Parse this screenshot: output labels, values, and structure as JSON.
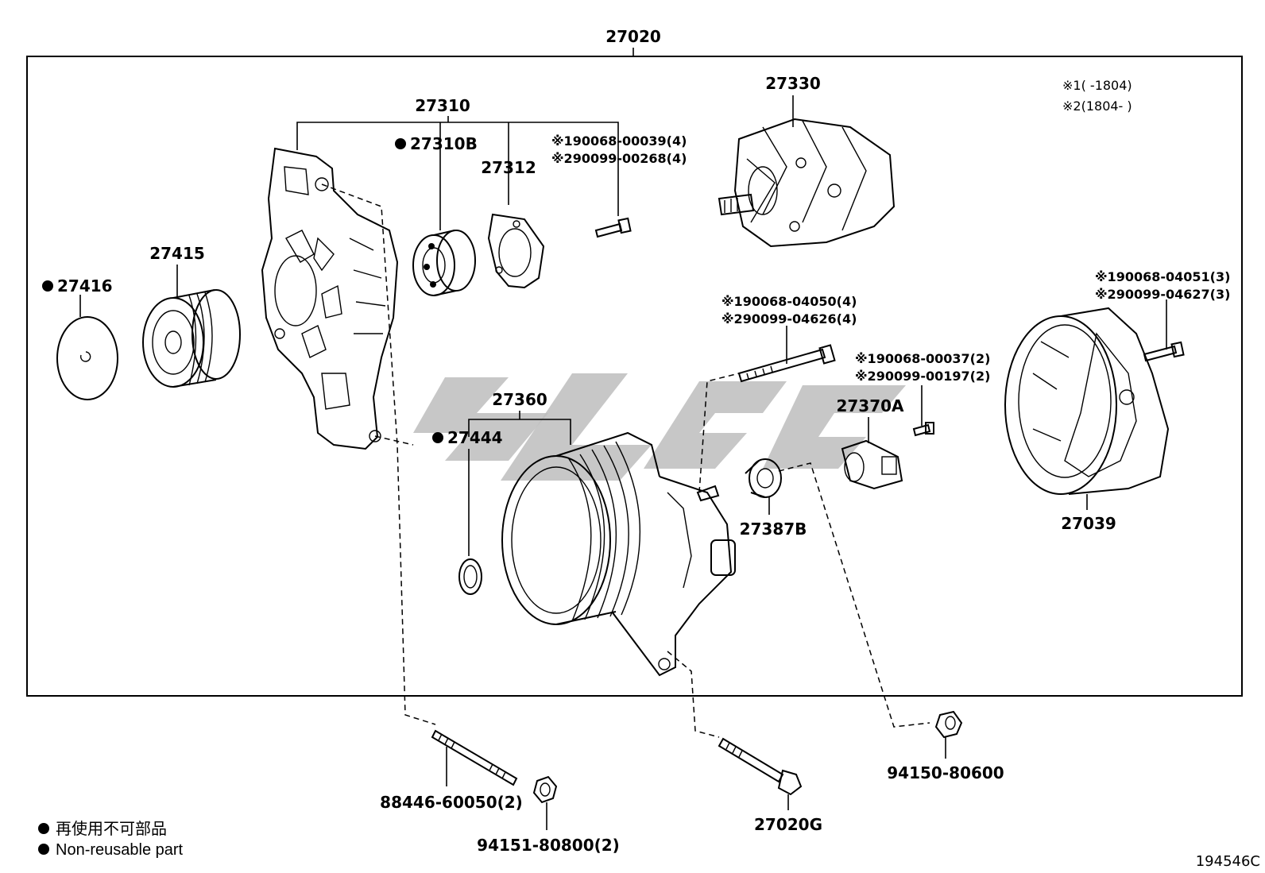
{
  "labels": {
    "assembly": "27020",
    "rotor": "27330",
    "frame": "27310",
    "bearing": "27310B",
    "plate": "27312",
    "pulley": "27415",
    "cap": "27416",
    "stator": "27360",
    "ring": "27444",
    "terminal": "27387B",
    "holder": "27370A",
    "cover": "27039",
    "bolt": "27020G",
    "stud": "88446-60050(2)",
    "nut_pair": "94151-80800(2)",
    "nut": "94150-80600",
    "catalog_id": "194546C"
  },
  "notes": {
    "variant_1": "※1(      -1804)",
    "variant_2": "※2(1804-      )",
    "screw_a1": "※190068-00039(4)",
    "screw_a2": "※290099-00268(4)",
    "screw_b1": "※190068-04050(4)",
    "screw_b2": "※290099-04626(4)",
    "screw_c1": "※190068-00037(2)",
    "screw_c2": "※290099-00197(2)",
    "screw_d1": "※190068-04051(3)",
    "screw_d2": "※290099-04627(3)"
  },
  "legend": {
    "jp": "再使用不可部品",
    "en": "Non-reusable part"
  }
}
